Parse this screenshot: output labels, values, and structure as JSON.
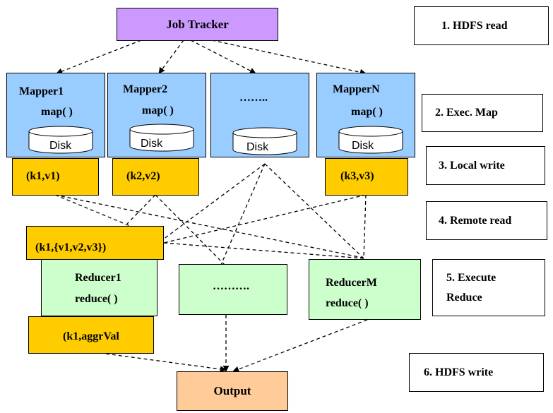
{
  "job_tracker": "Job Tracker",
  "mappers": [
    {
      "name": "Mapper1",
      "func": "map( )",
      "disk": "Disk",
      "output": "(k1,v1)"
    },
    {
      "name": "Mapper2",
      "func": "map( )",
      "disk": "Disk",
      "output": "(k2,v2)"
    },
    {
      "name": "……..",
      "func": "",
      "disk": "Disk",
      "output": ""
    },
    {
      "name": "MapperN",
      "func": "map( )",
      "disk": "Disk",
      "output": "(k3,v3)"
    }
  ],
  "reducer_input": "(k1,{v1,v2,v3})",
  "reducers": [
    {
      "name": "Reducer1",
      "func": "reduce( )"
    },
    {
      "name": "……….",
      "func": ""
    },
    {
      "name": "ReducerM",
      "func": "reduce( )"
    }
  ],
  "reducer_output": "(k1,aggrVal",
  "output": "Output",
  "steps": [
    "1. HDFS read",
    "2. Exec. Map",
    "3. Local write",
    "4. Remote read",
    "5. Execute",
    "Reduce",
    "6. HDFS write"
  ]
}
